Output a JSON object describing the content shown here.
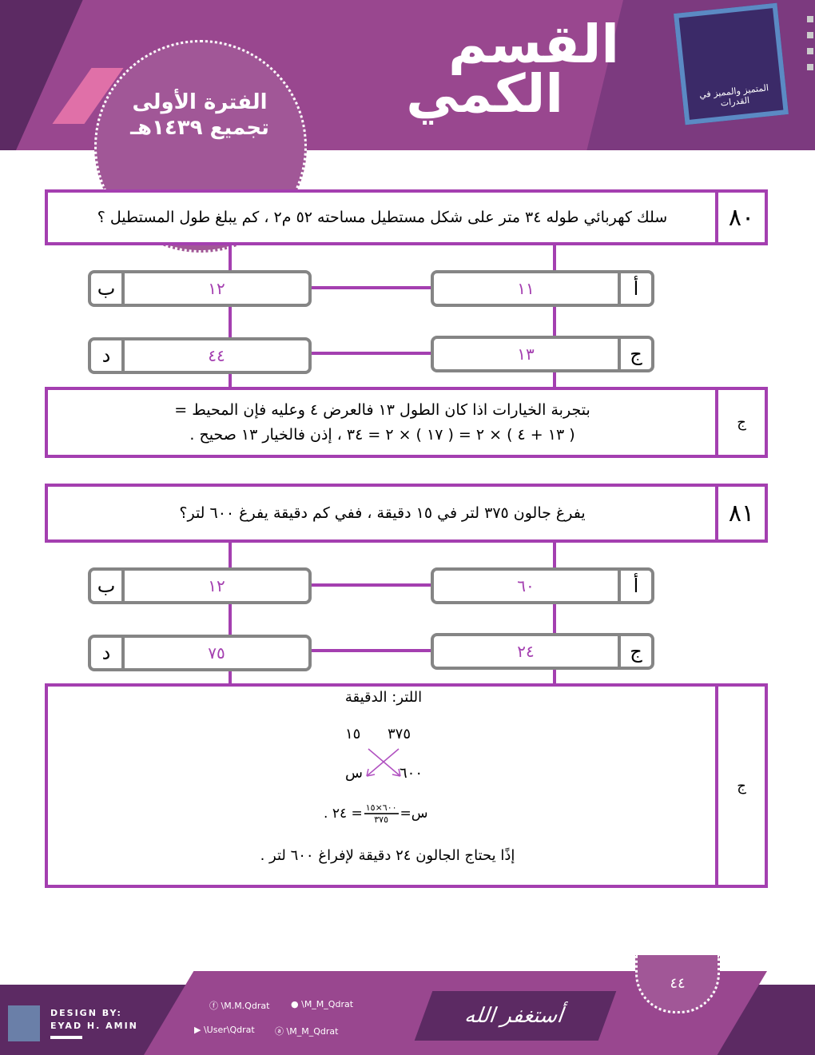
{
  "header": {
    "title_line1": "القسم",
    "title_line2": "الكمي",
    "period_line1": "الفترة الأولى",
    "period_line2": "تجميع ١٤٣٩هـ",
    "logo_text": "المتميز والمميز في القدرات"
  },
  "questions": [
    {
      "number": "٨٠",
      "text": "سلك كهربائي طوله ٣٤ متر على شكل مستطيل مساحته ٥٢ م٢ ، كم يبلغ طول المستطيل ؟",
      "options": [
        {
          "letter": "أ",
          "value": "١١"
        },
        {
          "letter": "ب",
          "value": "١٢"
        },
        {
          "letter": "ج",
          "value": "١٣"
        },
        {
          "letter": "د",
          "value": "٤٤"
        }
      ],
      "answer_letter": "ج",
      "solution": [
        "بتجربة الخيارات اذا كان الطول ١٣ فالعرض ٤ وعليه فإن المحيط =",
        "( ١٣ + ٤ ) × ٢ = ( ١٧ ) × ٢ = ٣٤ ، إذن فالخيار ١٣ صحيح ."
      ]
    },
    {
      "number": "٨١",
      "text": "يفرغ جالون ٣٧٥ لتر في ١٥ دقيقة ، ففي كم دقيقة يفرغ ٦٠٠ لتر؟",
      "options": [
        {
          "letter": "أ",
          "value": "٦٠"
        },
        {
          "letter": "ب",
          "value": "١٢"
        },
        {
          "letter": "ج",
          "value": "٢٤"
        },
        {
          "letter": "د",
          "value": "٧٥"
        }
      ],
      "answer_letter": "ج",
      "solution": {
        "header": "اللتر:   الدقيقة",
        "r1a": "٣٧٥",
        "r1b": "١٥",
        "r2a": "٦٠٠",
        "r2b": "س",
        "eq_lhs": "س=",
        "numerator": "٦٠٠×١٥",
        "denominator": "٣٧٥",
        "eq_rhs": "= ٢٤ .",
        "conclusion": "إذًا يحتاج الجالون ٢٤ دقيقة لإفراغ ٦٠٠ لتر ."
      }
    }
  ],
  "footer": {
    "design_by": "DESIGN BY:",
    "designer": "EYAD H. AMIN",
    "facebook": "\\M.M.Qdrat",
    "twitter": "\\M_M_Qdrat",
    "youtube": "\\User\\Qdrat",
    "ask": "\\M_M_Qdrat",
    "calligraphy": "أستغفر الله",
    "page_number": "٤٤"
  },
  "colors": {
    "accent": "#a43fb0",
    "header_dark": "#5c2a63",
    "header_mid": "#99478f"
  }
}
